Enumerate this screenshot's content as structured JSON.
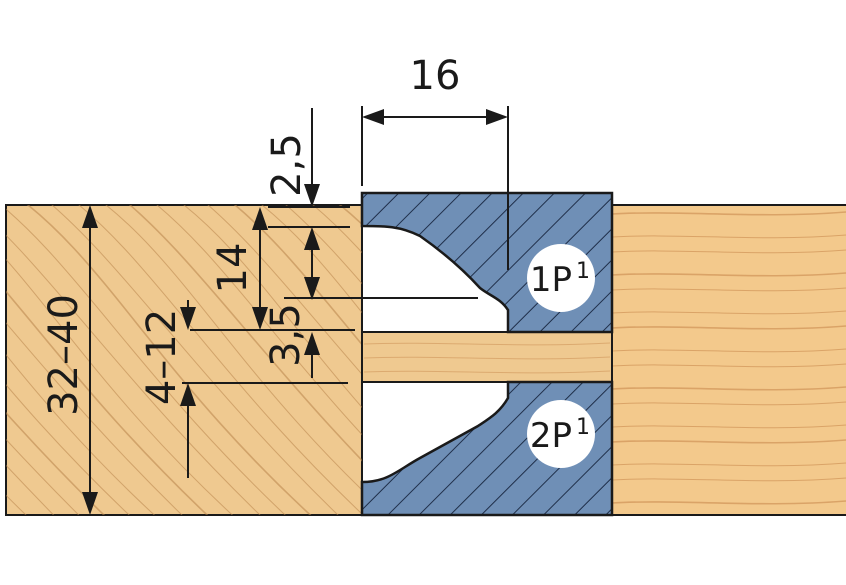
{
  "dimensions": {
    "cutter_width": "16",
    "top_offset": "2,5",
    "profile_depth": "14",
    "groove_offset": "3,5",
    "tongue_range": "4–12",
    "panel_thickness": "32–40"
  },
  "tools": [
    {
      "name": "1P",
      "suffix": "1"
    },
    {
      "name": "2P",
      "suffix": "1"
    }
  ],
  "colors": {
    "wood_left": "#efc990",
    "wood_right": "#f3c98c",
    "grain_left": "#b8834a",
    "grain_right": "#c98b4f",
    "cutter_fill": "#6f8fb6",
    "cutter_hatch": "#1f2f4a",
    "line": "#1a1a1a",
    "badge_fill": "#ffffff"
  }
}
